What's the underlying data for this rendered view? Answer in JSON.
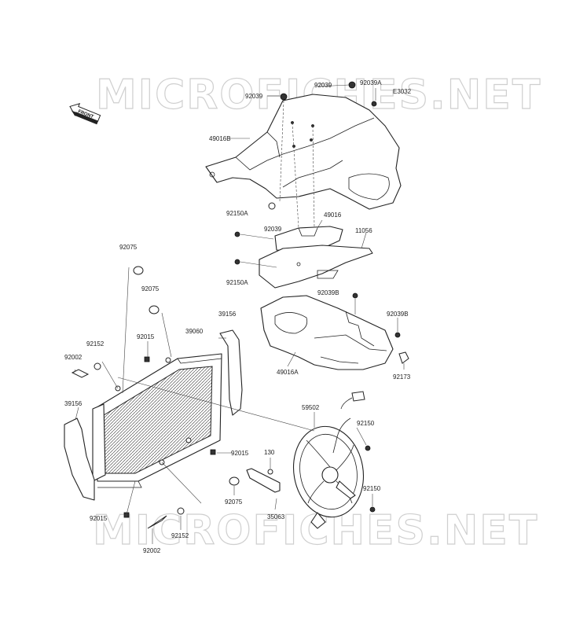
{
  "watermark": "MICROFICHES.NET",
  "front_badge": "FRONT",
  "labels": {
    "l_92039_top": "92039",
    "l_92039_top2": "92039",
    "l_92039A": "92039A",
    "l_E3032": "E3032",
    "l_49016B": "49016B",
    "l_92150A_1": "92150A",
    "l_92039_mid": "92039",
    "l_49016": "49016",
    "l_11056": "11056",
    "l_92150A_2": "92150A",
    "l_92039B_1": "92039B",
    "l_92039B_2": "92039B",
    "l_49016A": "49016A",
    "l_92173": "92173",
    "l_92075_1": "92075",
    "l_92075_2": "92075",
    "l_39156_1": "39156",
    "l_39060": "39060",
    "l_92015_1": "92015",
    "l_92152_1": "92152",
    "l_92002_1": "92002",
    "l_39156_2": "39156",
    "l_59502": "59502",
    "l_92150_1": "92150",
    "l_130": "130",
    "l_92015_2": "92015",
    "l_92075_3": "92075",
    "l_92150_2": "92150",
    "l_35063": "35063",
    "l_92015_3": "92015",
    "l_92152_2": "92152",
    "l_92002_2": "92002"
  }
}
